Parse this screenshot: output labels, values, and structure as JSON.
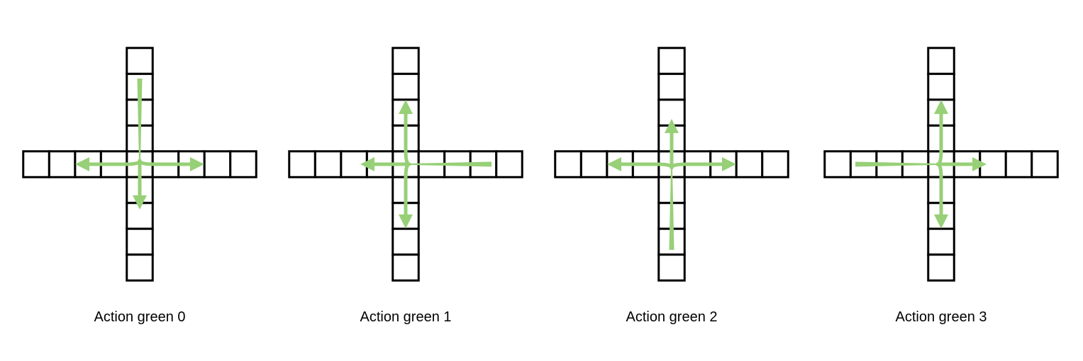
{
  "colors": {
    "arrow": "#97d077",
    "grid_stroke": "#000000",
    "background": "#ffffff"
  },
  "panels": [
    {
      "caption": "Action green 0",
      "source": "north",
      "movements": [
        "left",
        "straight",
        "right"
      ]
    },
    {
      "caption": "Action green 1",
      "source": "east",
      "movements": [
        "right",
        "straight",
        "left"
      ]
    },
    {
      "caption": "Action green 2",
      "source": "south",
      "movements": [
        "left",
        "straight",
        "right"
      ]
    },
    {
      "caption": "Action green 3",
      "source": "west",
      "movements": [
        "left",
        "straight",
        "right"
      ]
    }
  ]
}
